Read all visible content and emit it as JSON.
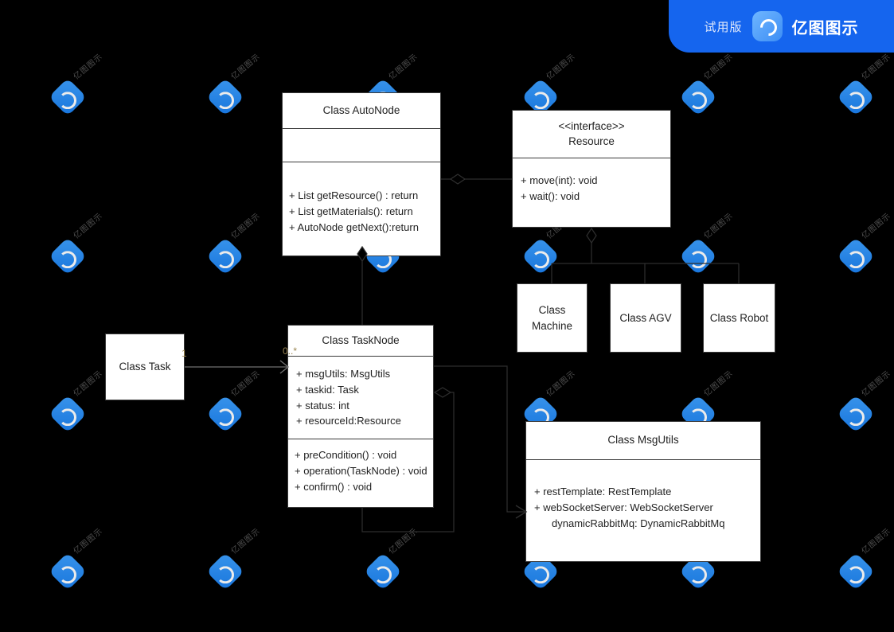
{
  "badge": {
    "trial_label": "试用版",
    "product_name": "亿图图示",
    "logo_icon": "edraw-logo-icon",
    "accent_color": "#1565ee"
  },
  "watermark": {
    "text": "亿图图示",
    "logo_icon": "edraw-watermark-icon"
  },
  "canvas": {
    "background_color": "#000000",
    "node_fill": "#ffffff",
    "node_stroke": "#3a3a3a"
  },
  "classes": {
    "auto_node": {
      "name": "Class AutoNode",
      "attributes": [],
      "methods": [
        "+    List getResource() : return",
        "+    List getMaterials(): return",
        "+   AutoNode getNext():return"
      ]
    },
    "resource": {
      "stereotype": "<<interface>>",
      "name": "Resource",
      "methods": [
        "+    move(int): void",
        "+    wait(): void"
      ]
    },
    "machine": {
      "name": "Class Machine"
    },
    "agv": {
      "name": "Class AGV"
    },
    "robot": {
      "name": "Class Robot"
    },
    "task": {
      "name": "Class Task"
    },
    "task_node": {
      "name": "Class TaskNode",
      "attributes": [
        "+ msgUtils: MsgUtils",
        "+ taskid: Task",
        "+ status: int",
        "+ resourceId:Resource"
      ],
      "methods": [
        "+   preCondition() : void",
        "+   operation(TaskNode) : void",
        "+   confirm() : void"
      ]
    },
    "msg_utils": {
      "name": "Class MsgUtils",
      "attributes": [
        "+    restTemplate: RestTemplate",
        "+    webSocketServer: WebSocketServer",
        "     dynamicRabbitMq: DynamicRabbitMq"
      ]
    }
  },
  "relations": {
    "task_to_tasknode": {
      "source_multiplicity": "1",
      "target_multiplicity": "0..*",
      "arrow": "open-arrow"
    },
    "autonode_to_resource": {
      "marker": "hollow-diamond"
    },
    "autonode_to_tasknode": {
      "marker": "hollow-diamond"
    },
    "resource_to_subclasses": {
      "marker": "hollow-diamond"
    },
    "tasknode_to_msgutils": {
      "marker": "open-arrow"
    },
    "tasknode_self_loop": {
      "marker": "hollow-diamond"
    }
  }
}
